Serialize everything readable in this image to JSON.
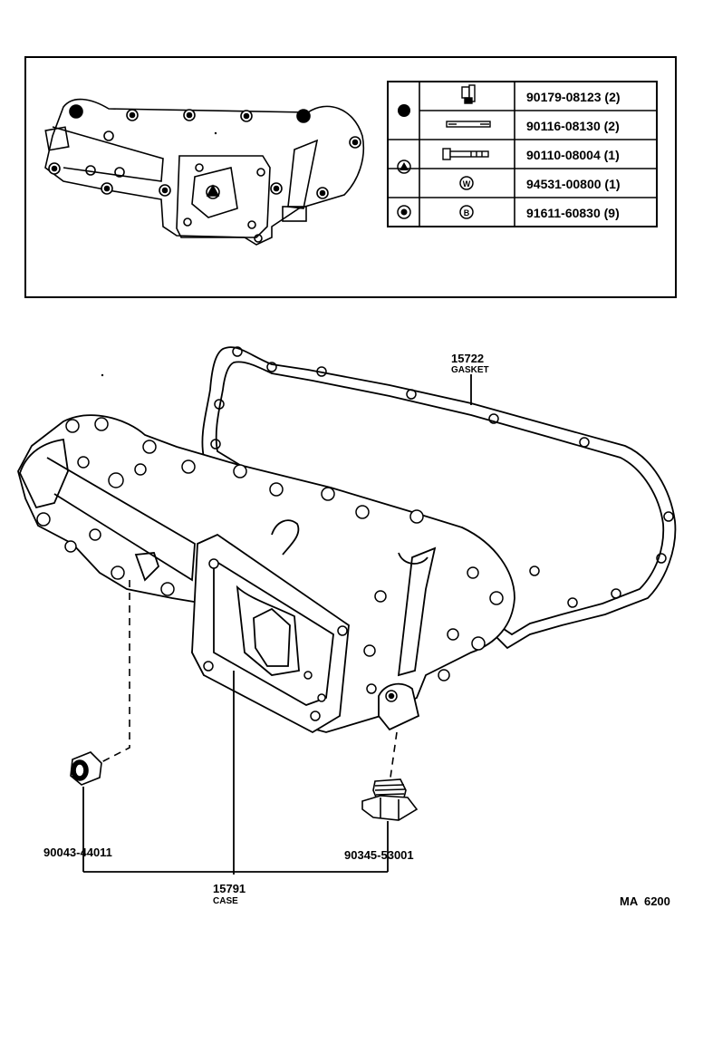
{
  "legend": {
    "rows": [
      {
        "symbol": "filled-dot-icon",
        "part_no": "90179-08123 (2)"
      },
      {
        "symbol": "filled-dot-icon",
        "part_no": "90116-08130 (2)"
      },
      {
        "symbol": "triangle-circle-icon",
        "part_no": "90110-08004 (1)"
      },
      {
        "symbol": "w-circle-icon",
        "part_no": "94531-00800 (1)"
      },
      {
        "symbol": "double-circle-icon",
        "part_no": "91611-60830 (9)"
      }
    ],
    "row_part_glyphs": [
      "",
      "",
      "",
      "W",
      "B"
    ]
  },
  "parts": {
    "gasket": {
      "number": "15722",
      "name": "GASKET"
    },
    "case": {
      "number": "15791",
      "name": "CASE"
    },
    "plug_left": {
      "number": "90043-44011"
    },
    "plug_right": {
      "number": "90345-53001"
    }
  },
  "footer": {
    "code": "MA  6200"
  }
}
